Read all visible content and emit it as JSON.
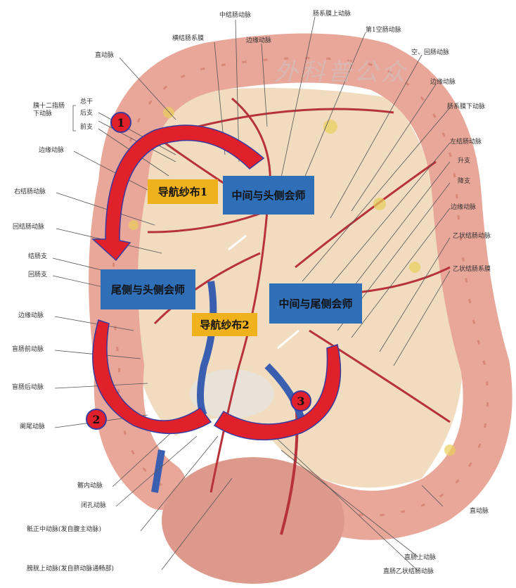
{
  "colors": {
    "arrow": "#e0202a",
    "box_blue": "#2f6fb8",
    "box_yellow": "#f0b21c",
    "colon": "#e9a79a",
    "mesentery": "#f1dcc0",
    "artery": "#b8323a",
    "vein": "#3b5fb0"
  },
  "overlays": {
    "gauze1": "导航纱布1",
    "gauze2": "导航纱布2",
    "middle_cranial": "中间与头侧会师",
    "caudal_cranial": "尾侧与头侧会师",
    "middle_caudal": "中间与尾侧会师",
    "step1": "1",
    "step2": "2",
    "step3": "3"
  },
  "watermark": "外科普公众",
  "labels": {
    "top": [
      "中结肠动脉",
      "横结肠系膜",
      "边缘动脉",
      "肠系膜上动脉",
      "第1空肠动脉",
      "直动脉"
    ],
    "right": [
      "空、回肠动脉",
      "边缘动脉",
      "肠系膜下动脉",
      "左结肠动脉",
      "升支",
      "降支",
      "边缘动脉",
      "乙状结肠动脉",
      "乙状结肠系膜",
      "直动脉"
    ],
    "left_group": {
      "title": "胰十二指肠下动脉",
      "items": [
        "总干",
        "后支",
        "前支"
      ]
    },
    "left": [
      "边缘动脉",
      "右结肠动脉",
      "回结肠动脉",
      "结肠支",
      "回肠支",
      "边缘动脉",
      "盲肠前动脉",
      "盲肠后动脉",
      "阑尾动脉"
    ],
    "bottom_left": [
      "髂内动脉",
      "闭孔动脉",
      "骶正中动脉(发自腹主动脉)",
      "膀胱上动脉(发自脐动脉通畅部)"
    ],
    "bottom_right": [
      "直肠上动脉",
      "直肠乙状结肠动脉"
    ]
  }
}
